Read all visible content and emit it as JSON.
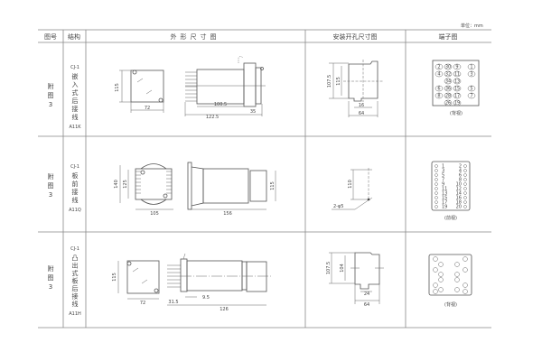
{
  "unit": "单位：mm",
  "headers": {
    "fig_no": "图号",
    "structure": "结构",
    "outline": "外形尺寸图",
    "mounting": "安装开孔尺寸图",
    "terminal": "端子图"
  },
  "rows": [
    {
      "fig": [
        "附",
        "图",
        "3"
      ],
      "model": "CJ-1",
      "structure": [
        "嵌",
        "入",
        "式",
        "后",
        "接",
        "线"
      ],
      "code": "A11K",
      "outline_dims": [
        "115",
        "72",
        "100.5",
        "122.5",
        "35"
      ],
      "mount_dims": [
        "107.5",
        "115",
        "16",
        "64"
      ],
      "terminals": [
        [
          "2",
          "30",
          "9",
          "1"
        ],
        [
          "4",
          "32",
          "11",
          "3"
        ],
        [
          "34",
          "13"
        ],
        [
          "6",
          "36",
          "15",
          "5"
        ],
        [
          "8",
          "28",
          "17",
          "7"
        ],
        [
          "26",
          "19"
        ]
      ],
      "view": "(背视)"
    },
    {
      "fig": [
        "附",
        "图",
        "3"
      ],
      "model": "CJ-1",
      "structure": [
        "板",
        "前",
        "接",
        "线"
      ],
      "code": "A11Q",
      "outline_dims": [
        "140",
        "125",
        "105",
        "156",
        "115"
      ],
      "mount_dims": [
        "110",
        "2-φ5"
      ],
      "terminals_left": [
        "1",
        "3",
        "5",
        "7",
        "9",
        "11",
        "13",
        "15",
        "17",
        "19"
      ],
      "terminals_right": [
        "2",
        "4",
        "6",
        "8",
        "10",
        "12",
        "14",
        "16",
        "18",
        "20"
      ],
      "view": "(前视)"
    },
    {
      "fig": [
        "附",
        "图",
        "3"
      ],
      "model": "CJ-1",
      "structure": [
        "凸",
        "出",
        "式",
        "板",
        "后",
        "接",
        "线"
      ],
      "code": "A11H",
      "outline_dims": [
        "115",
        "72",
        "9.5",
        "31.5",
        "126"
      ],
      "mount_dims": [
        "107.5",
        "104",
        "24",
        "64"
      ],
      "view": "(背视)"
    }
  ]
}
